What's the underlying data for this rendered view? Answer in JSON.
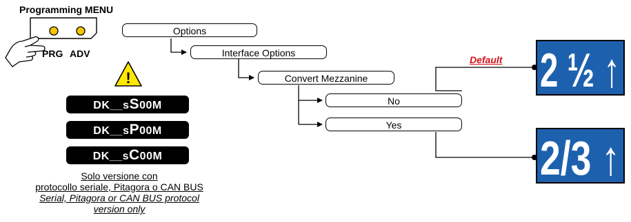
{
  "header": {
    "title": "Programming MENU"
  },
  "keypad": {
    "prg_label": "PRG",
    "adv_label": "ADV"
  },
  "menu": {
    "options": "Options",
    "interface_options": "Interface Options",
    "convert_mezzanine": "Convert Mezzanine",
    "no": "No",
    "yes": "Yes",
    "default_label": "Default"
  },
  "warning": {
    "symbol": "!",
    "icon": "warning-triangle-icon",
    "codes": [
      {
        "prefix": "DK__s",
        "big": "S",
        "suffix": "00M"
      },
      {
        "prefix": "DK__s",
        "big": "P",
        "suffix": "00M"
      },
      {
        "prefix": "DK__s",
        "big": "C",
        "suffix": "00M"
      }
    ],
    "note_it_1": "Solo versione con",
    "note_it_2": "protocollo seriale, Pitagora o CAN BUS",
    "note_en_1": "Serial, Pitagora or CAN BUS protocol",
    "note_en_2": "version only"
  },
  "displays": {
    "default_value": "2 ½ ↑",
    "yes_value": "2/3 ↑"
  },
  "colors": {
    "display_bg": "#1d61ae",
    "led": "#f5c400",
    "warning": "#ffe800",
    "default_text": "#d0111b"
  }
}
